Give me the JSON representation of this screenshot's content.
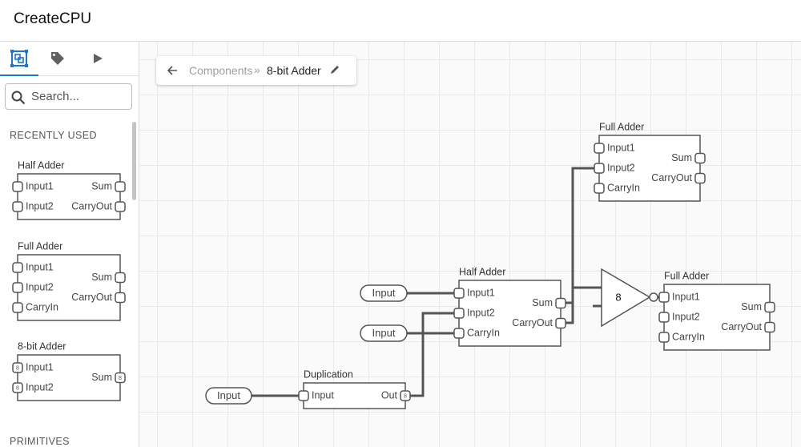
{
  "app": {
    "title": "CreateCPU"
  },
  "sidebar": {
    "tabs": [
      {
        "icon": "components-icon",
        "active": true
      },
      {
        "icon": "tag-icon",
        "active": false
      },
      {
        "icon": "play-icon",
        "active": false
      }
    ],
    "search": {
      "placeholder": "Search..."
    },
    "recently_used_label": "RECENTLY USED",
    "primitives_label": "PRIMITIVES",
    "items": [
      {
        "title": "Half Adder",
        "inputs": [
          "Input1",
          "Input2"
        ],
        "outputs": [
          "Sum",
          "CarryOut"
        ],
        "bus": false
      },
      {
        "title": "Full Adder",
        "inputs": [
          "Input1",
          "Input2",
          "CarryIn"
        ],
        "outputs": [
          "Sum",
          "CarryOut"
        ],
        "bus": false
      },
      {
        "title": "8-bit Adder",
        "inputs": [
          "Input1",
          "Input2"
        ],
        "outputs": [
          "Sum"
        ],
        "bus": true,
        "bus_width": "8"
      }
    ]
  },
  "breadcrumb": {
    "parent": "Components",
    "separator": "»",
    "current": "8-bit Adder"
  },
  "canvas": {
    "components": [
      {
        "title": "Full Adder",
        "inputs": [
          "Input1",
          "Input2",
          "CarryIn"
        ],
        "outputs": [
          "Sum",
          "CarryOut"
        ]
      },
      {
        "title": "Half Adder",
        "inputs": [
          "Input1",
          "Input2",
          "CarryIn"
        ],
        "outputs": [
          "Sum",
          "CarryOut"
        ]
      },
      {
        "title": "Full Adder",
        "inputs": [
          "Input1",
          "Input2",
          "CarryIn"
        ],
        "outputs": [
          "Sum",
          "CarryOut"
        ]
      },
      {
        "title": "Duplication",
        "inputs": [
          "Input"
        ],
        "outputs": [
          "Out"
        ],
        "out_bus_width": "8"
      }
    ],
    "input_nodes": [
      "Input",
      "Input",
      "Input"
    ],
    "buffer": {
      "label": "8",
      "inverted": true
    },
    "colors": {
      "wire": "#555555",
      "accent": "#1976d2"
    }
  }
}
